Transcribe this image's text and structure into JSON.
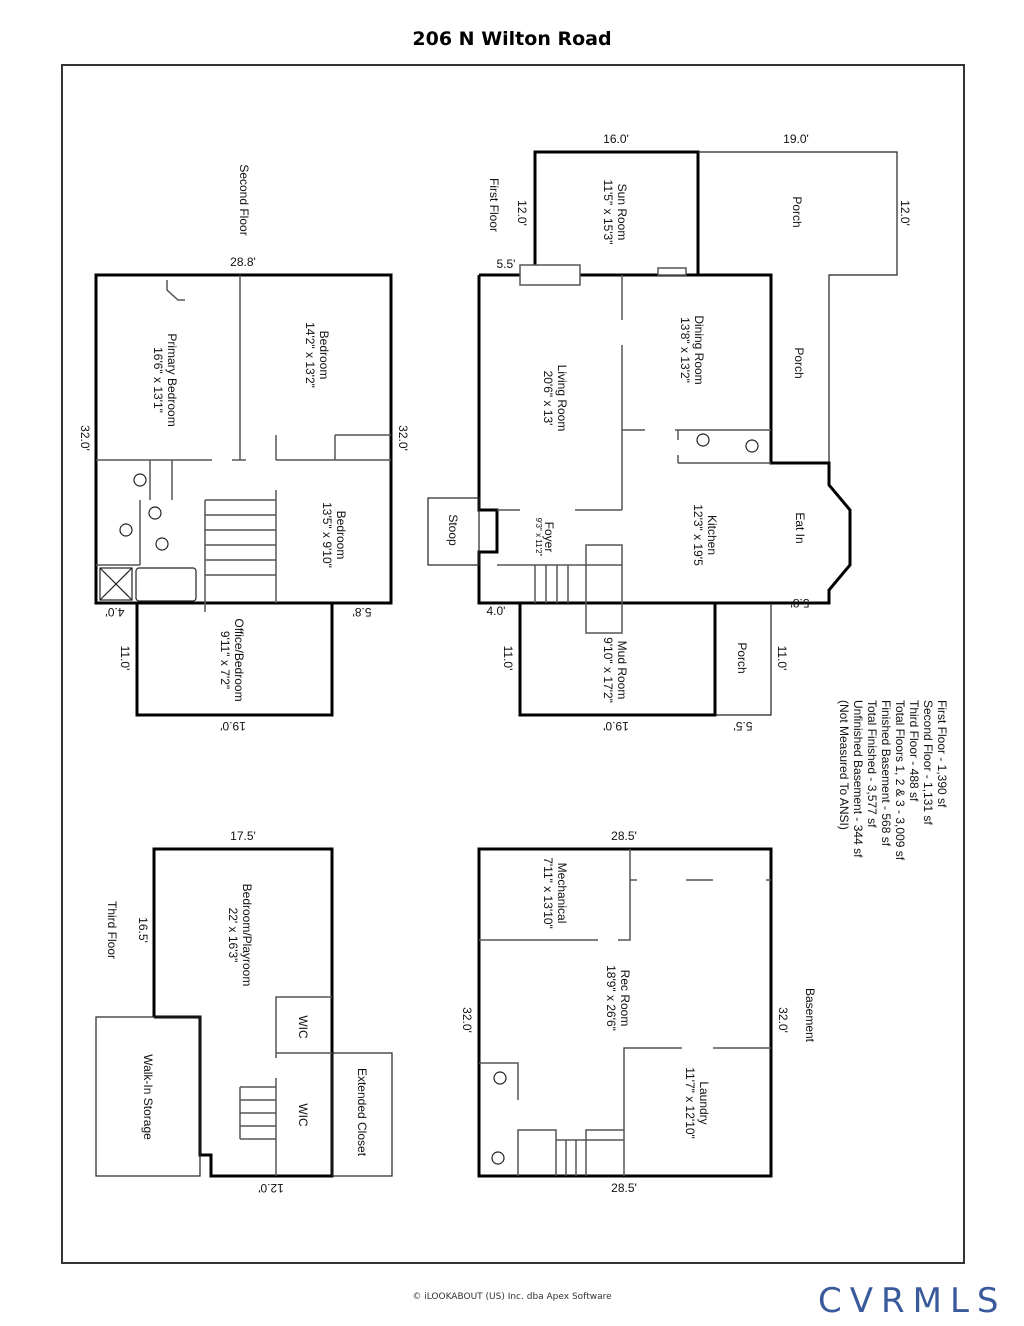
{
  "title": "206 N Wilton Road",
  "second_floor": {
    "name": "Second Floor",
    "dims": [
      "28.8'",
      "32.0'",
      "32.0'",
      "4.0'",
      "5.8'",
      "11.0'",
      "19.0'"
    ],
    "rooms": [
      {
        "name": "Primary Bedroom",
        "size": "16'6\" x 13'1\""
      },
      {
        "name": "Bedroom",
        "size": "14'2\" x 13'2\""
      },
      {
        "name": "Bedroom",
        "size": "13'5\" x 9'10\""
      },
      {
        "name": "Office/Bedroom",
        "size": "9'11\" x 7'2\""
      }
    ]
  },
  "first_floor": {
    "name": "First Floor",
    "dims": [
      "12.0'",
      "16.0'",
      "19.0'",
      "12.0'",
      "5.5'",
      "4.0'",
      "5.8'",
      "11.0'",
      "11.0'",
      "19.0'",
      "5.5'"
    ],
    "rooms": [
      {
        "name": "Sun Room",
        "size": "11'5\" x 15'3\""
      },
      {
        "name": "Living Room",
        "size": "20'6\" x 13'"
      },
      {
        "name": "Dining Room",
        "size": "13'8\" x 13'2\""
      },
      {
        "name": "Kitchen",
        "size": "12'3\" x 19'5"
      },
      {
        "name": "Foyer",
        "size": "9'3\" x 11'2\""
      },
      {
        "name": "Mud Room",
        "size": "9'10\" x 17'2\""
      }
    ],
    "labels": [
      "Porch",
      "Porch",
      "Porch",
      "Eat In",
      "Stoop"
    ]
  },
  "third_floor": {
    "name": "Third Floor",
    "dims": [
      "17.5'",
      "16.5'",
      "12.0'"
    ],
    "rooms": [
      {
        "name": "Bedroom/Playroom",
        "size": "22' x 16'3\""
      }
    ],
    "labels": [
      "WIC",
      "WIC",
      "Walk-In Storage",
      "Extended Closet"
    ]
  },
  "basement": {
    "name": "Basement",
    "dims": [
      "28.5'",
      "28.5'",
      "32.0'",
      "32.0'"
    ],
    "rooms": [
      {
        "name": "Mechanical",
        "size": "7'11\" x 13'10\""
      },
      {
        "name": "Rec Room",
        "size": "18'9\" x 26'6\""
      },
      {
        "name": "Laundry",
        "size": "11'7\" x 12'10\""
      }
    ]
  },
  "areas": [
    "First Floor - 1,390 sf",
    "Second Floor - 1,131 sf",
    "Third Floor - 488 sf",
    "Total Floors 1, 2 & 3 - 3,009 sf",
    "Finished Basement - 568 sf",
    "Total Finished - 3,577 sf",
    "Unfinished Basement - 344 sf",
    "(Not Measured To ANSI)"
  ],
  "footer": {
    "copyright": "© iLOOKABOUT (US) Inc. dba Apex Software",
    "logo": "CVRMLS"
  },
  "colors": {
    "logo": "#3a5a9c"
  }
}
